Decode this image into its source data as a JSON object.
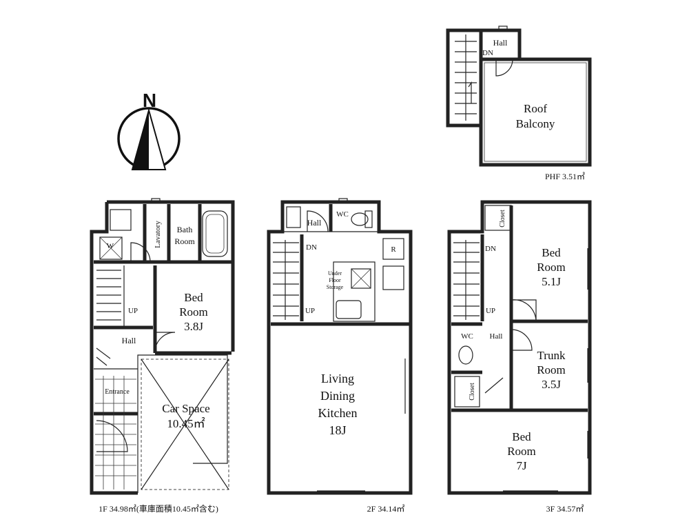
{
  "compass": {
    "label": "N"
  },
  "floors": {
    "phf": {
      "caption": "PHF 3.51㎡",
      "rooms": {
        "hall": "Hall",
        "stairs_dn": "DN",
        "roof_balcony": [
          "Roof",
          "Balcony"
        ]
      }
    },
    "f1": {
      "caption": "1F 34.98㎡(車庫面積10.45㎡含む)",
      "rooms": {
        "washer": "W",
        "lavatory": "Lavatory",
        "bath_room": [
          "Bath",
          "Room"
        ],
        "stairs_up": "UP",
        "bed_room": [
          "Bed",
          "Room",
          "3.8J"
        ],
        "hall": "Hall",
        "entrance": "Entrance",
        "car_space": [
          "Car Space",
          "10.45㎡"
        ]
      }
    },
    "f2": {
      "caption": "2F 34.14㎡",
      "rooms": {
        "hall": "Hall",
        "wc": "WC",
        "stairs_dn": "DN",
        "stairs_up": "UP",
        "refrigerator": "R",
        "under_floor_storage": [
          "Under",
          "Floor",
          "Storage"
        ],
        "ldk": [
          "Living",
          "Dining",
          "Kitchen",
          "18J"
        ]
      }
    },
    "f3": {
      "caption": "3F 34.57㎡",
      "rooms": {
        "closet_top": "Closet",
        "stairs_dn": "DN",
        "stairs_up": "UP",
        "bed_room_a": [
          "Bed",
          "Room",
          "5.1J"
        ],
        "wc": "WC",
        "hall": "Hall",
        "trunk_room": [
          "Trunk",
          "Room",
          "3.5J"
        ],
        "closet_mid": "Closet",
        "bed_room_b": [
          "Bed",
          "Room",
          "7J"
        ]
      }
    }
  }
}
